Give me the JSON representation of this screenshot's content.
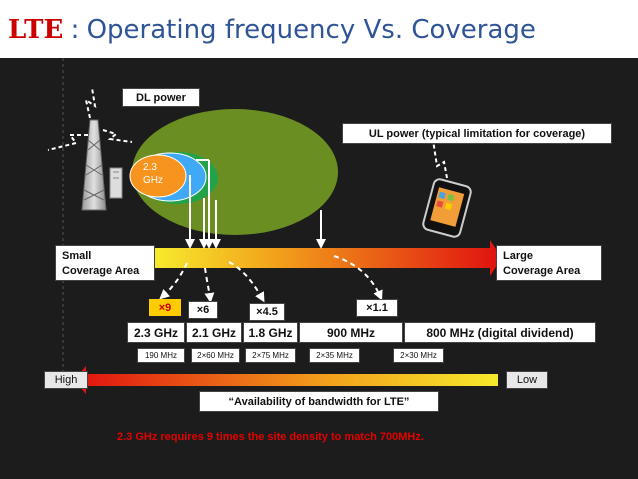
{
  "title": {
    "prefix": "LTE",
    "separator": ":",
    "text": "Operating frequency Vs. Coverage"
  },
  "labels": {
    "dl_power": "DL power",
    "ul_power": "UL power (typical limitation for coverage)",
    "inner_freq": "2.3\nGHz",
    "small_area": "Small\nCoverage Area",
    "large_area": "Large\nCoverage Area",
    "high": "High",
    "low": "Low",
    "availability": "“Availability of bandwidth for LTE”",
    "footnote": "2.3 GHz requires  9 times the site density to match 700MHz."
  },
  "multipliers": [
    {
      "label": "×9",
      "highlight": true
    },
    {
      "label": "×6",
      "highlight": false
    },
    {
      "label": "×4.5",
      "highlight": false
    },
    {
      "label": "×1.1",
      "highlight": false
    }
  ],
  "frequencies": [
    "2.3 GHz",
    "2.1 GHz",
    "1.8 GHz",
    "900 MHz",
    "800 MHz (digital dividend)"
  ],
  "bandwidths": [
    "190 MHz",
    "2×60 MHz",
    "2×75 MHz",
    "2×35 MHz",
    "2×30 MHz"
  ],
  "colors": {
    "ellipse_outer": "#6b8e23",
    "ellipse_inner_blue": "#3fa9f5",
    "ellipse_inner_orange": "#f7941d",
    "highlight": "#ffcc00",
    "footnote": "#e30000",
    "title_accent": "#cc0000",
    "title_text": "#2f5597"
  }
}
